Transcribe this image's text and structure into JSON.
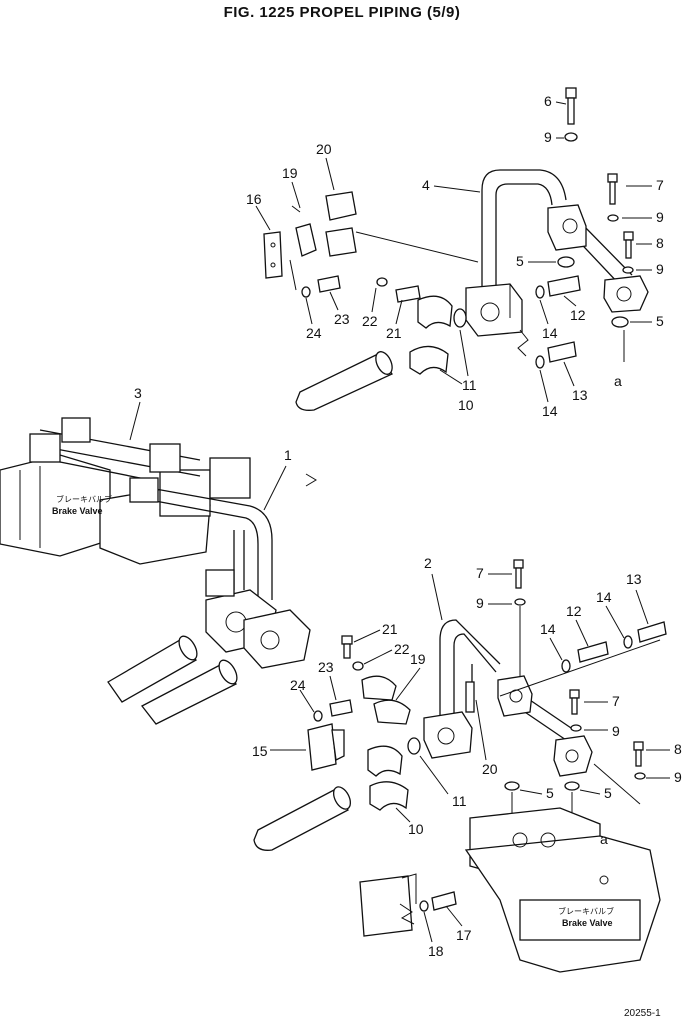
{
  "title": "FIG. 1225   PROPEL PIPING (5/9)",
  "labels": {
    "brake_valve_jp": "ブレーキバルブ",
    "brake_valve_en": "Brake  Valve",
    "point_a": "a"
  },
  "callouts_top": [
    "6",
    "9",
    "4",
    "20",
    "19",
    "16",
    "7",
    "9",
    "8",
    "9",
    "5",
    "5",
    "24",
    "23",
    "22",
    "21",
    "12",
    "14",
    "11",
    "13",
    "14",
    "10",
    "3",
    "1"
  ],
  "callouts_bottom": [
    "2",
    "7",
    "9",
    "13",
    "12",
    "14",
    "14",
    "21",
    "22",
    "19",
    "23",
    "24",
    "15",
    "7",
    "9",
    "8",
    "9",
    "20",
    "11",
    "5",
    "5",
    "10",
    "18",
    "17"
  ],
  "footer": "20255-1"
}
